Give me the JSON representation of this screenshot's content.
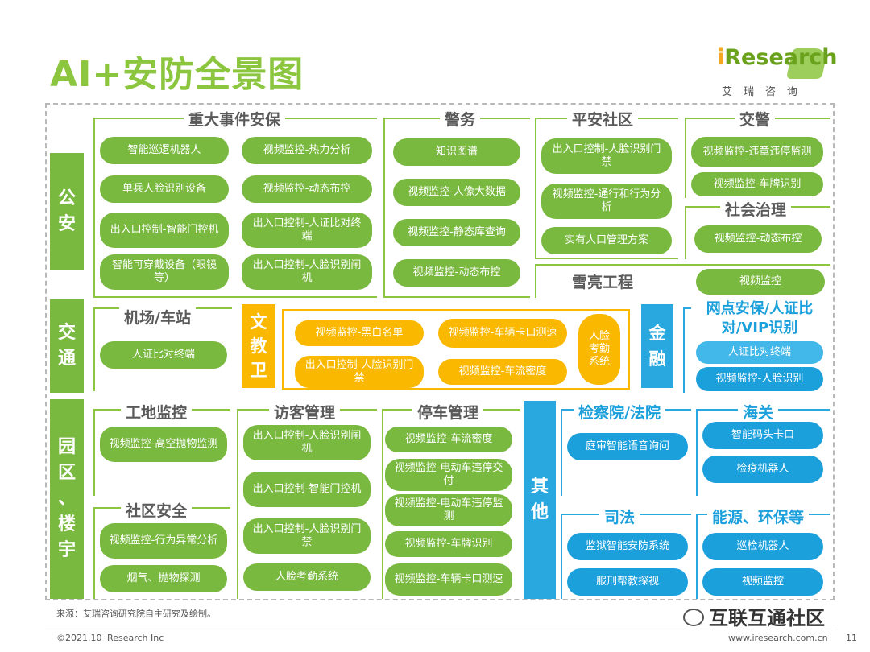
{
  "title": "AI+安防全景图",
  "logo": {
    "brand_i": "i",
    "brand_rest": "Research",
    "sub": "艾瑞咨询"
  },
  "sidebars": {
    "gongan": "公\n安",
    "jiaotong": "交\n通",
    "yuanqu": "园\n区\n、\n楼\n宇",
    "wenjiaowei": "文\n教\n卫",
    "jinrong": "金\n融",
    "qita": "其\n他"
  },
  "sections": {
    "zhongda": {
      "title": "重大事件安保",
      "items": [
        "智能巡逻机器人",
        "视频监控-热力分析",
        "单兵人脸识别设备",
        "视频监控-动态布控",
        "出入口控制-智能门控机",
        "出入口控制-人证比对终端",
        "智能可穿戴设备（眼镜等）",
        "出入口控制-人脸识别闸机"
      ]
    },
    "jingwu": {
      "title": "警务",
      "items": [
        "知识图谱",
        "视频监控-人像大数据",
        "视频监控-静态库查询",
        "视频监控-动态布控"
      ]
    },
    "pingan": {
      "title": "平安社区",
      "items": [
        "出入口控制-人脸识别门禁",
        "视频监控-通行和行为分析",
        "实有人口管理方案"
      ]
    },
    "jiaojing": {
      "title": "交警",
      "items": [
        "视频监控-违章违停监测",
        "视频监控-车牌识别"
      ]
    },
    "shehui": {
      "title": "社会治理",
      "items": [
        "视频监控-动态布控"
      ]
    },
    "xueliang": {
      "title": "雪亮工程",
      "items": [
        "视频监控"
      ]
    },
    "jichang": {
      "title": "机场/车站",
      "items": [
        "人证比对终端"
      ]
    },
    "wenjiao": {
      "items": [
        "视频监控-黑白名单",
        "视频监控-车辆卡口测速",
        "人脸考勤系统",
        "出入口控制-人脸识别门禁",
        "视频监控-车流密度"
      ]
    },
    "wangdian": {
      "title": "网点安保/人证比对/VIP识别",
      "items": [
        "人证比对终端",
        "视频监控-人脸识别"
      ]
    },
    "gongdi": {
      "title": "工地监控",
      "items": [
        "视频监控-高空抛物监测"
      ]
    },
    "shequ": {
      "title": "社区安全",
      "items": [
        "视频监控-行为异常分析",
        "烟气、抛物探测"
      ]
    },
    "fangke": {
      "title": "访客管理",
      "items": [
        "出入口控制-人脸识别闸机",
        "出入口控制-智能门控机",
        "出入口控制-人脸识别门禁",
        "人脸考勤系统"
      ]
    },
    "tingche": {
      "title": "停车管理",
      "items": [
        "视频监控-车流密度",
        "视频监控-电动车违停交付",
        "视频监控-电动车违停监测",
        "视频监控-车牌识别",
        "视频监控-车辆卡口测速"
      ]
    },
    "jianchayuan": {
      "title": "检察院/法院",
      "items": [
        "庭审智能语音询问"
      ]
    },
    "haiguan": {
      "title": "海关",
      "items": [
        "智能码头卡口",
        "检疫机器人"
      ]
    },
    "sifa": {
      "title": "司法",
      "items": [
        "监狱智能安防系统",
        "服刑帮教探视"
      ]
    },
    "nengyuan": {
      "title": "能源、环保等",
      "items": [
        "巡检机器人",
        "视频监控"
      ]
    }
  },
  "footer": {
    "source": "来源：艾瑞咨询研究院自主研究及绘制。",
    "copyright": "©2021.10 iResearch Inc",
    "site": "www.iresearch.com.cn",
    "page": "11",
    "watermark": "互联互通社区"
  },
  "colors": {
    "green": "#7ab940",
    "yellow": "#fbb800",
    "blue": "#1ba0dc"
  }
}
